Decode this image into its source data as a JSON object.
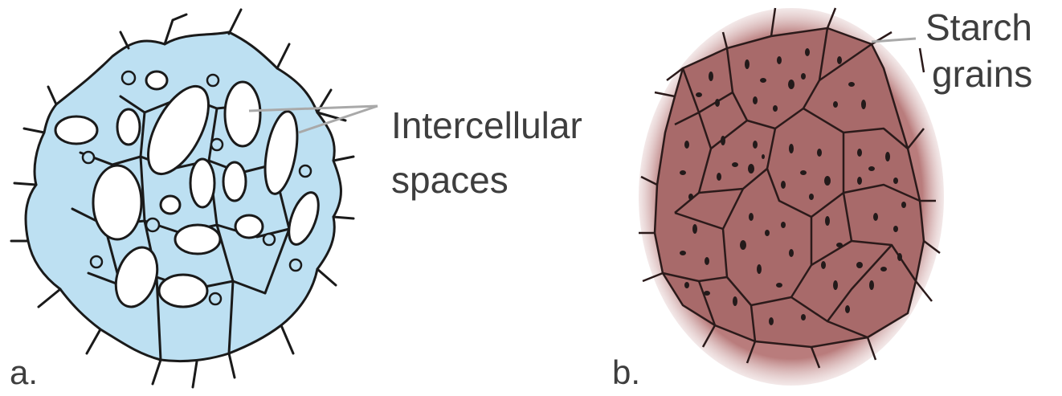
{
  "panel_a": {
    "letter": "a.",
    "callout": {
      "line1": "Intercellular",
      "line2": "spaces"
    },
    "colors": {
      "cytoplasm": "#bde0f2",
      "space": "#ffffff",
      "outline": "#1a1a1a"
    }
  },
  "panel_b": {
    "letter": "b.",
    "callout": {
      "line1": "Starch",
      "line2": "grains"
    },
    "colors": {
      "cell_fill": "#a86a6a",
      "halo": "#c98b8b",
      "grain": "#231a1a"
    }
  }
}
